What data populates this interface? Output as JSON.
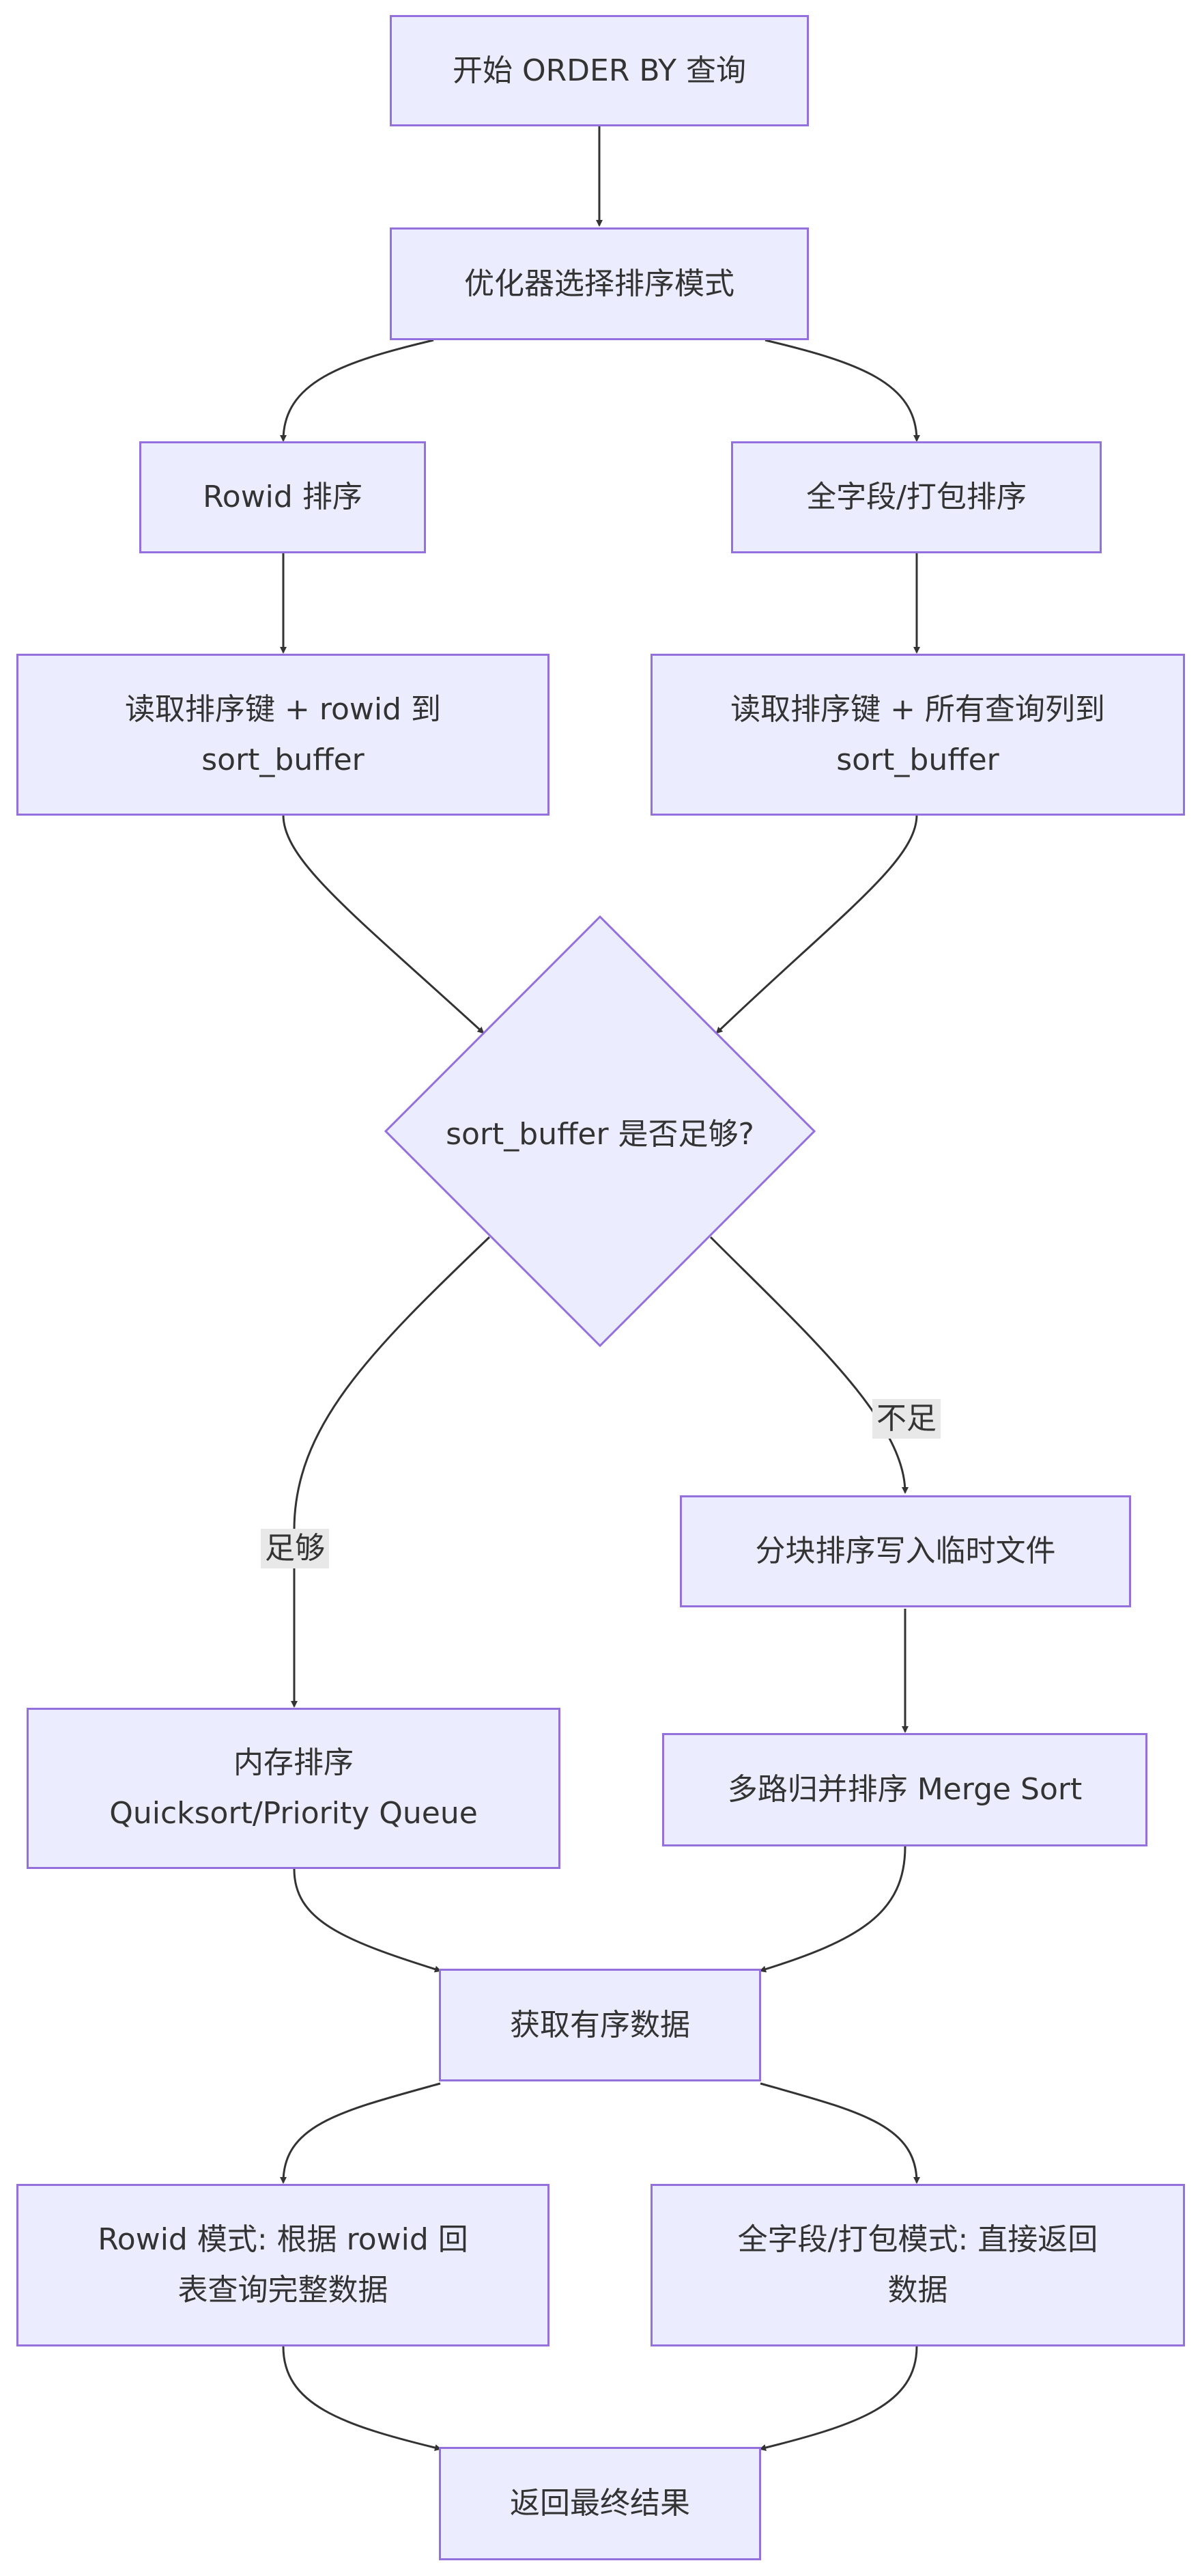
{
  "nodes": {
    "start": "开始 ORDER BY 查询",
    "optimizer": "优化器选择排序模式",
    "rowid_sort": "Rowid 排序",
    "full_sort": "全字段/打包排序",
    "read_rowid": "读取排序键 + rowid 到\nsort_buffer",
    "read_full": "读取排序键 + 所有查询列到\nsort_buffer",
    "decision": "sort_buffer 是否足够?",
    "chunk_sort": "分块排序写入临时文件",
    "memory_sort": "内存排序\nQuicksort/Priority Queue",
    "merge_sort": "多路归并排序 Merge Sort",
    "get_sorted": "获取有序数据",
    "rowid_lookup": "Rowid 模式: 根据 rowid 回\n表查询完整数据",
    "full_return": "全字段/打包模式: 直接返回\n数据",
    "final": "返回最终结果"
  },
  "edge_labels": {
    "enough": "足够",
    "not_enough": "不足"
  },
  "colors": {
    "node_fill": "#ececff",
    "node_border": "#9370db",
    "edge": "#333333",
    "edge_label_bg": "#e8e8e8"
  }
}
